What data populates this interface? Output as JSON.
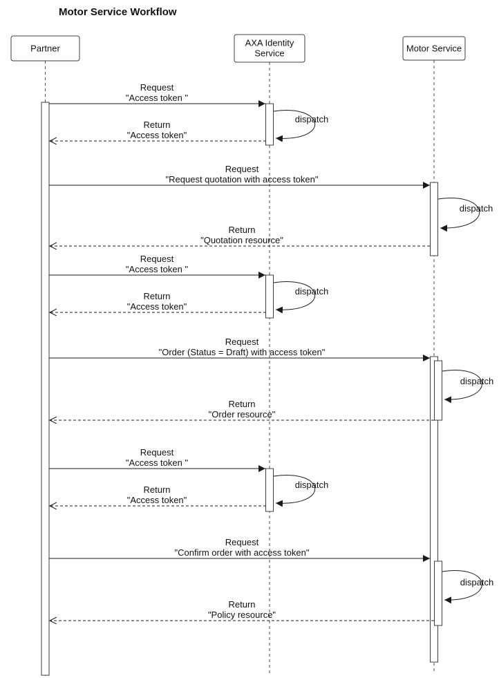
{
  "title": "Motor Service Workflow",
  "participants": {
    "partner": {
      "label": "Partner"
    },
    "identity": {
      "line1": "AXA Identity",
      "line2": "Service"
    },
    "motor": {
      "label": "Motor Service"
    }
  },
  "messages": {
    "req_token_1": {
      "line1": "Request",
      "line2": "\"Access token \""
    },
    "dispatch_1": {
      "label": "dispatch"
    },
    "ret_token_1": {
      "line1": "Return",
      "line2": "\"Access token\""
    },
    "req_quotation": {
      "line1": "Request",
      "line2": "\"Request quotation with access token\""
    },
    "dispatch_2": {
      "label": "dispatch"
    },
    "ret_quotation": {
      "line1": "Return",
      "line2": "\"Quotation resource\""
    },
    "req_token_2": {
      "line1": "Request",
      "line2": "\"Access token \""
    },
    "dispatch_3": {
      "label": "dispatch"
    },
    "ret_token_2": {
      "line1": "Return",
      "line2": "\"Access token\""
    },
    "req_order": {
      "line1": "Request",
      "line2": "\"Order (Status = Draft) with access token\""
    },
    "dispatch_4": {
      "label": "dispatch"
    },
    "ret_order": {
      "line1": "Return",
      "line2": "\"Order resource\""
    },
    "req_token_3": {
      "line1": "Request",
      "line2": "\"Access token \""
    },
    "dispatch_5": {
      "label": "dispatch"
    },
    "ret_token_3": {
      "line1": "Return",
      "line2": "\"Access token\""
    },
    "req_confirm": {
      "line1": "Request",
      "line2": "\"Confirm order with access token\""
    },
    "dispatch_6": {
      "label": "dispatch"
    },
    "ret_policy": {
      "line1": "Return",
      "line2": "\"Policy resource\""
    }
  }
}
